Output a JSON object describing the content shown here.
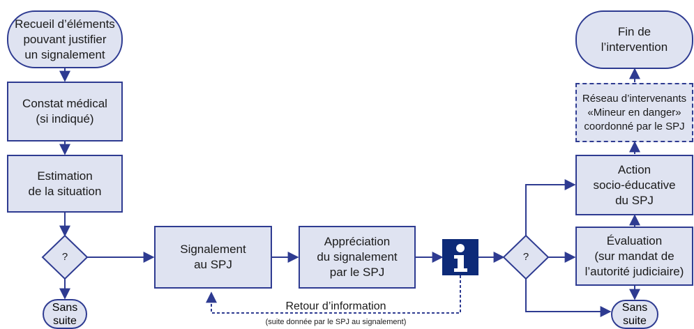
{
  "nodes": {
    "recueil": "Recueil d’éléments\npouvant justifier\nun signalement",
    "constat": "Constat médical\n(si indiqué)",
    "estimation": "Estimation\nde la situation",
    "decision_left": "?",
    "sans_suite_left": "Sans\nsuite",
    "signalement": "Signalement\nau SPJ",
    "appreciation": "Appréciation\ndu signalement\npar le SPJ",
    "decision_right": "?",
    "evaluation": "Évaluation\n(sur mandat de\nl’autorité judiciaire)",
    "sans_suite_right": "Sans\nsuite",
    "action": "Action\nsocio-éducative\ndu SPJ",
    "reseau": "Réseau d’intervenants\n«Mineur en danger»\ncoordonné par le SPJ",
    "fin": "Fin de\nl’intervention"
  },
  "feedback": {
    "label": "Retour d’information",
    "sublabel": "(suite donnée par le SPJ au signalement)"
  },
  "colors": {
    "stroke": "#2e3b91",
    "fill": "#dfe3f1",
    "info_icon": "#0d2a78"
  },
  "icons": {
    "info": "info-icon"
  }
}
